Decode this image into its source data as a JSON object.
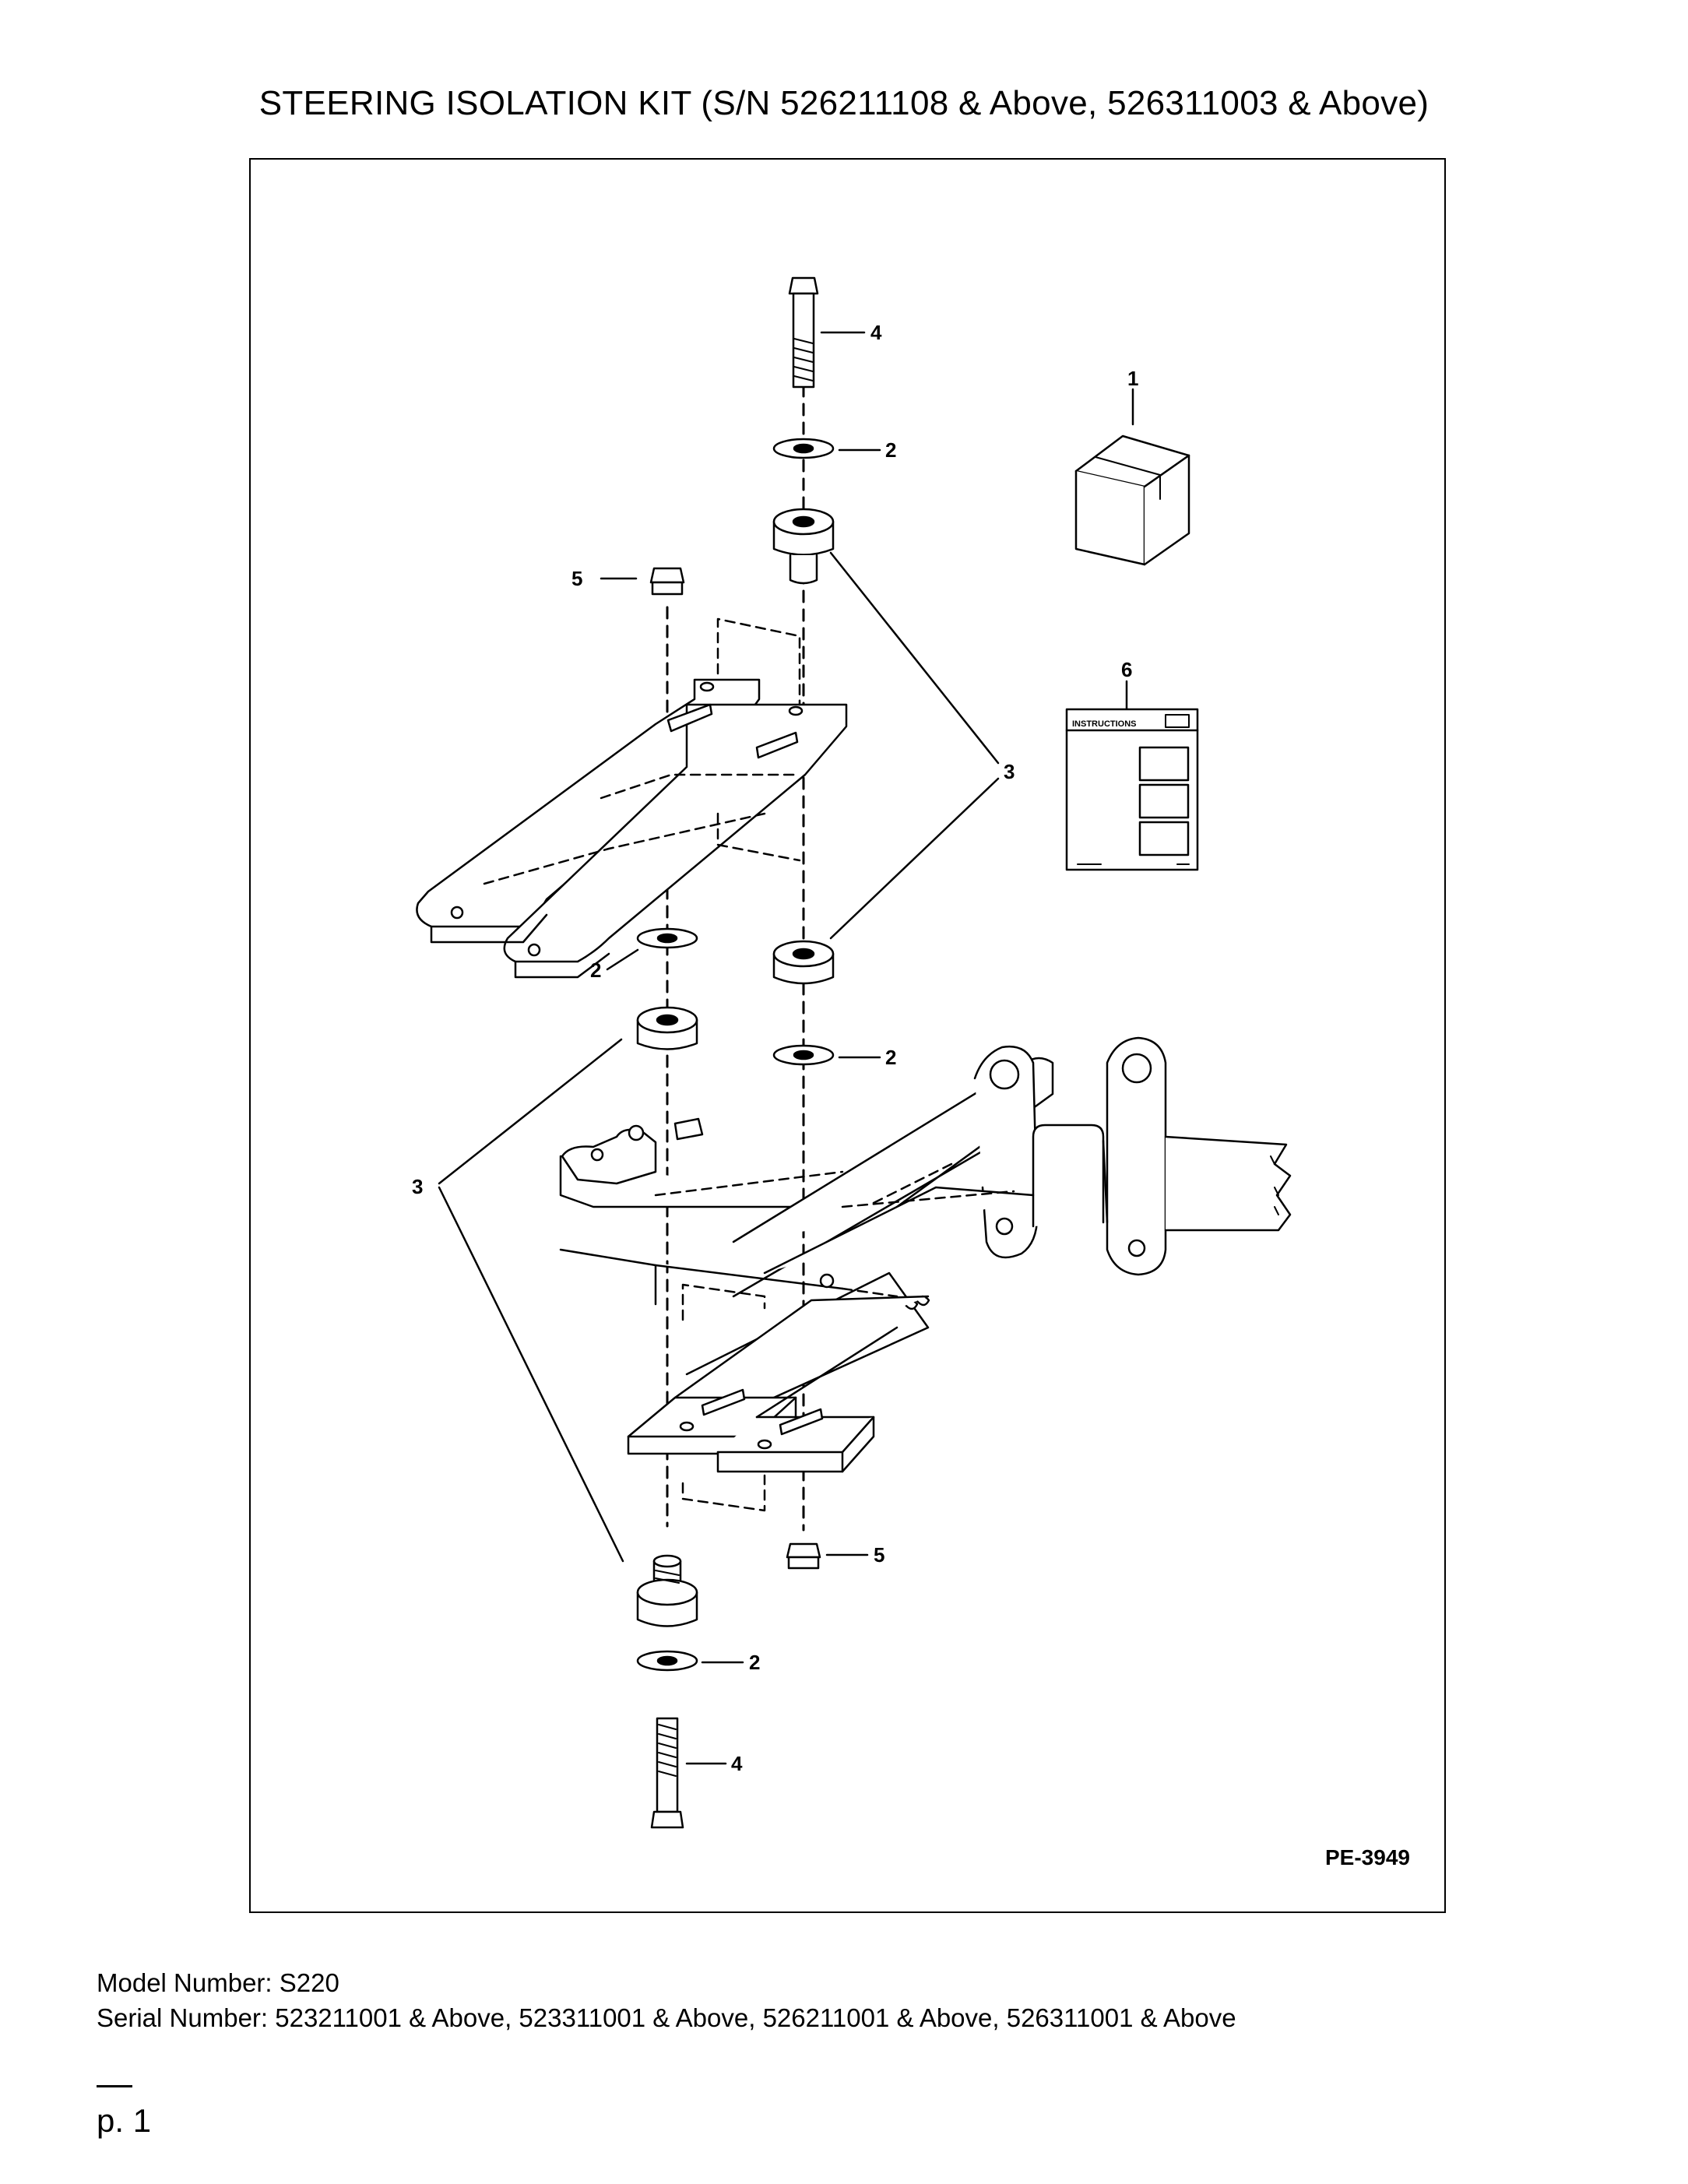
{
  "document": {
    "title": "STEERING ISOLATION KIT (S/N 526211108 & Above, 526311003 & Above)",
    "figure_code": "PE-3949",
    "model_line": "Model Number: S220",
    "serial_line": "Serial Number: 523211001 & Above, 523311001 & Above, 526211001 & Above, 526311001 & Above",
    "page": "p. 1"
  },
  "callouts": {
    "kit": "1",
    "washer": "2",
    "isolator": "3",
    "bolt": "4",
    "nut": "5",
    "instructions": "6"
  },
  "instructions_label": "INSTRUCTIONS"
}
